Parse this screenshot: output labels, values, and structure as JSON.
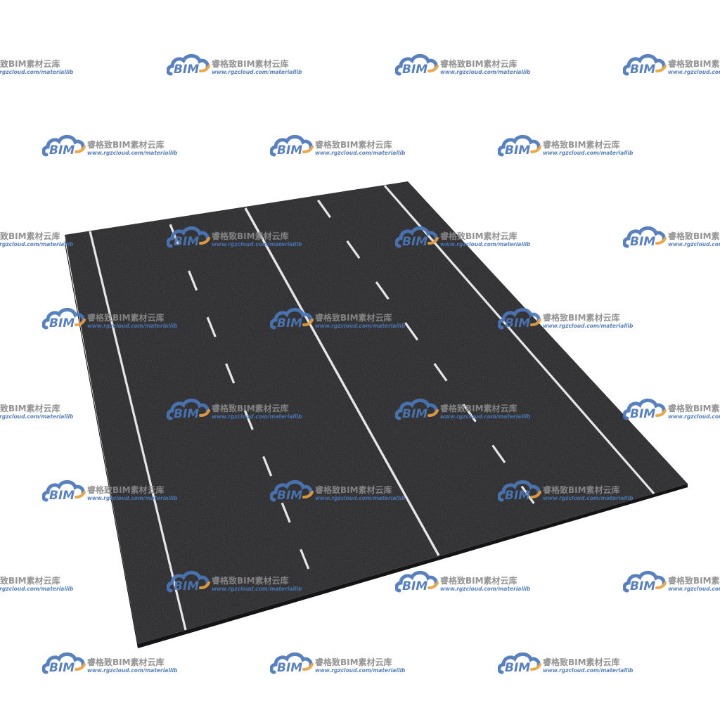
{
  "scene": {
    "subject": "four-lane asphalt road segment",
    "colors": {
      "background": "#ffffff",
      "asphalt": "#232326",
      "asphalt_edge": "#1a1a1c",
      "marking": "#e6e6e6"
    }
  },
  "watermark": {
    "logo_text": "BIM",
    "brand_text": "睿格致BIM素材云库",
    "url_text": "www.rgzcloud.com/materiallib",
    "colors": {
      "logo_blue": "#4a77b8",
      "logo_orange": "#e8a040",
      "text_gray": "#8a8a8a"
    }
  }
}
